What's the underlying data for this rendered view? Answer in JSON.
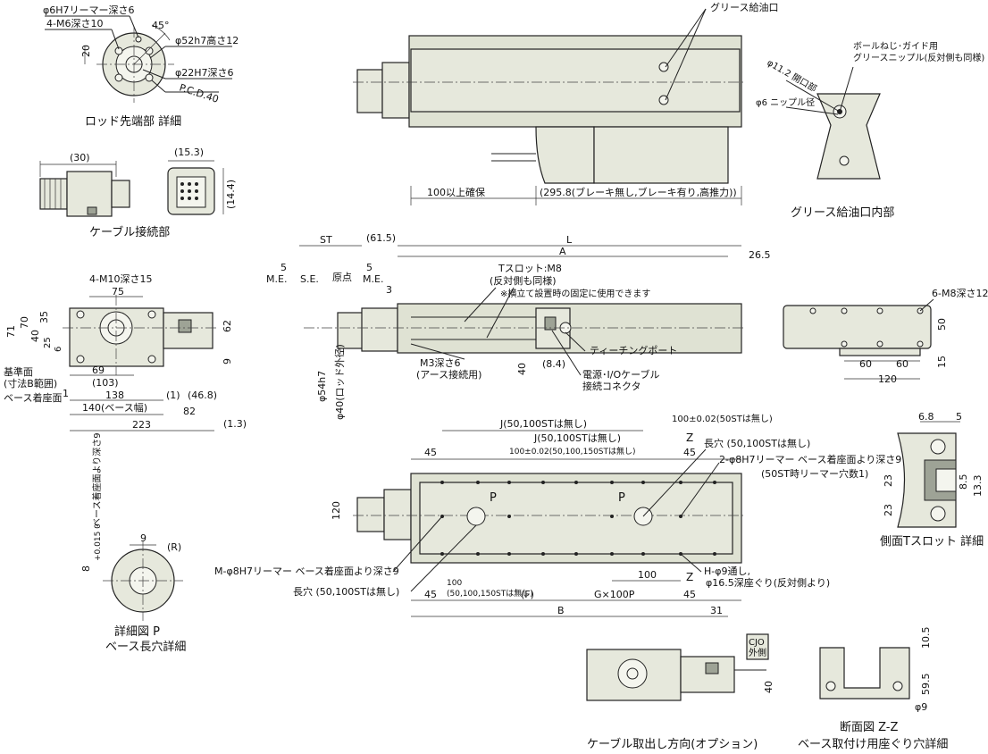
{
  "rod_end": {
    "label_reamer": "φ6H7リーマー深さ6",
    "label_tap": "4-M6深さ10",
    "angle": "45°",
    "dim_20": "20",
    "label_od": "φ52h7高さ12",
    "label_inner": "φ22H7深さ6",
    "label_pcd": "P.C.D.40",
    "caption": "ロッド先端部 詳細"
  },
  "cable_conn": {
    "dim_30": "(30)",
    "dim_153": "(15.3)",
    "dim_144": "(14.4)",
    "caption": "ケーブル接続部"
  },
  "top_view": {
    "label_grease": "グリース給油口",
    "dim_100": "100以上確保",
    "dim_2958": "(295.8(ブレーキ無し,ブレーキ有り,高推力))"
  },
  "grease_detail": {
    "label_nipple": "ボールねじ･ガイド用",
    "label_nipple2": "グリースニップル(反対側も同様)",
    "label_opening": "φ11.2 開口部",
    "label_nipple_dia": "φ6 ニップル径",
    "caption": "グリース給油口内部"
  },
  "front_view": {
    "label_tap": "4-M10深さ15",
    "dim_75": "75",
    "dim_71": "71",
    "dim_70": "70",
    "dim_35": "35",
    "dim_40": "40",
    "dim_25": "25",
    "dim_6": "6",
    "dim_69": "69",
    "dim_103": "(103)",
    "dim_138": "138",
    "dim_140": "140(ベース幅)",
    "dim_1": "(1)",
    "dim_468": "(46.8)",
    "dim_82": "82",
    "dim_223": "223",
    "dim_13": "(1.3)",
    "dim_62": "62",
    "dim_9": "9",
    "dim_1b": "1",
    "label_ref": "基準面",
    "label_ref2": "(寸法B範囲)",
    "label_base": "ベース着座面"
  },
  "side_view": {
    "dim_st": "ST",
    "dim_615": "(61.5)",
    "dim_l": "L",
    "dim_a": "A",
    "dim_265": "26.5",
    "dim_5a": "5",
    "dim_5b": "5",
    "label_me": "M.E.",
    "label_se": "S.E.",
    "label_origin": "原点",
    "label_me2": "M.E.",
    "dim_3": "3",
    "label_tslot": "Tスロット:M8",
    "label_tslot2": "(反対側も同様)",
    "label_tslot3": "※横立て設置時の固定に使用できます",
    "dim_54": "φ54h7",
    "dim_40rod": "φ40(ロッド外径)",
    "label_m3": "M3深さ6",
    "label_m3b": "(アース接続用)",
    "dim_40": "40",
    "dim_84": "(8.4)",
    "label_teach": "ティーチングポート",
    "label_power": "電源･I/Oケーブル",
    "label_power2": "接続コネクタ"
  },
  "end_view": {
    "label_tap": "6-M8深さ12",
    "dim_50": "50",
    "dim_60a": "60",
    "dim_60b": "60",
    "dim_15": "15",
    "dim_120": "120"
  },
  "bottom_view": {
    "dim_j": "J(50,100STは無し)",
    "dim_j2": "J(50,100STは無し)",
    "dim_100tol": "100±0.02(50STは無し)",
    "dim_100tol2": "100±0.02(50,100,150STは無し)",
    "dim_45a": "45",
    "dim_45b": "45",
    "dim_45c": "45",
    "dim_45d": "45",
    "label_z1": "Z",
    "label_z2": "Z",
    "label_slot": "長穴 (50,100STは無し)",
    "label_pin": "2-φ8H7リーマー ベース着座面より深さ9",
    "label_pin2": "(50ST時リーマー穴数1)",
    "dim_120": "120",
    "label_p1": "P",
    "label_p2": "P",
    "label_m": "M-φ8H7リーマー ベース着座面より深さ9",
    "dim_100": "100",
    "label_h": "H-φ9通し,",
    "label_h2": "φ16.5深座ぐり(反対側より)",
    "label_slot2": "長穴 (50,100STは無し)",
    "dim_100b": "100",
    "dim_100b2": "(50,100,150STは無し)",
    "dim_f": "(F)",
    "dim_g": "G×100P",
    "dim_b": "B",
    "dim_31": "31"
  },
  "slot_detail": {
    "dim_68": "6.8",
    "dim_5": "5",
    "dim_23a": "23",
    "dim_23b": "23",
    "dim_85": "8.5",
    "dim_133": "13.3",
    "caption": "側面Tスロット 詳細"
  },
  "detail_p": {
    "dim_9": "9",
    "dim_r": "(R)",
    "dim_8": "8",
    "tol": "+0.015 0",
    "label_depth": "ベース着座面より深さ9",
    "caption1": "詳細図 P",
    "caption2": "ベース長穴詳細"
  },
  "cable_option": {
    "label_cjo": "CJO",
    "label_outside": "外側",
    "dim_40": "40",
    "caption": "ケーブル取出し方向(オプション)"
  },
  "section_zz": {
    "dim_105": "10.5",
    "dim_595": "59.5",
    "dim_9": "φ9",
    "caption1": "断面図 Z-Z",
    "caption2": "ベース取付け用座ぐり穴詳細"
  }
}
